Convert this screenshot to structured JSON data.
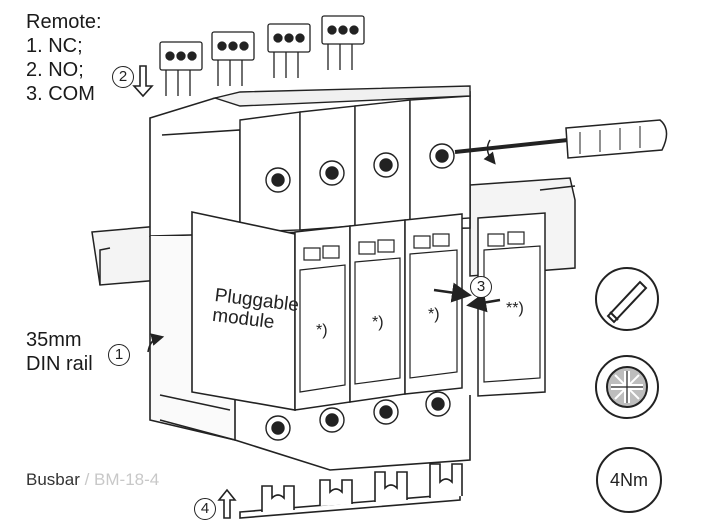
{
  "remote": {
    "title": "Remote:",
    "items": [
      "1. NC;",
      "2. NO;",
      "3. COM"
    ]
  },
  "din_rail": {
    "line1": "35mm",
    "line2": "DIN rail"
  },
  "module": {
    "line1": "Pluggable",
    "line2": "module"
  },
  "footnotes": {
    "single": "*)",
    "double": "**)"
  },
  "busbar": {
    "label": "Busbar",
    "faded": " / BM-18-4"
  },
  "steps": [
    "1",
    "2",
    "3",
    "4"
  ],
  "torque": {
    "label": "4Nm"
  },
  "icons": {
    "screwdriver": "screwdriver-icon",
    "flat_tip": "flat-screwdriver-tip-icon",
    "pozidriv": "pozidriv-head-icon"
  }
}
